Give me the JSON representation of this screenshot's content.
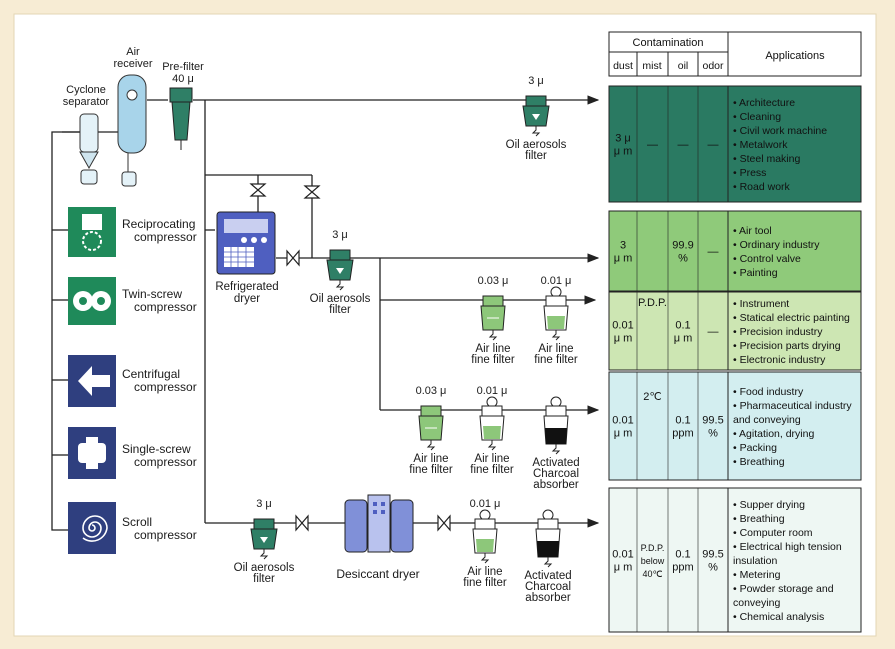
{
  "table": {
    "contamination_header": "Contamination",
    "applications_header": "Applications",
    "columns": [
      "dust",
      "mist",
      "oil",
      "odor"
    ],
    "rows": [
      {
        "color": "#2a7a62",
        "dust": [
          "3 μ",
          "μ m"
        ],
        "mist": [
          "—"
        ],
        "oil": [
          "—"
        ],
        "odor": [
          "—"
        ],
        "applications": [
          "• Architecture",
          "• Cleaning",
          "• Civil work machine",
          "• Metalwork",
          "• Steel making",
          "• Press",
          "• Road work"
        ]
      },
      {
        "color": "#8fca7a",
        "dust": [
          "3",
          "μ m"
        ],
        "mist": [],
        "oil": [
          "99.9",
          "%"
        ],
        "odor": [
          "—"
        ],
        "applications": [
          "• Air tool",
          "• Ordinary industry",
          "• Control valve",
          "• Painting"
        ]
      },
      {
        "color": "#cde6b3",
        "dust": [
          "0.01",
          "μ m"
        ],
        "mist": [
          "P.D.P."
        ],
        "oil": [
          "0.1",
          "μ m"
        ],
        "odor": [
          "—"
        ],
        "applications": [
          "• Instrument",
          "• Statical electric painting",
          "• Precision industry",
          "• Precision parts drying",
          "• Electronic industry"
        ]
      },
      {
        "color": "#d3eef0",
        "dust": [
          "0.01",
          "μ m"
        ],
        "mist": [
          "2℃"
        ],
        "oil": [
          "0.1",
          "ppm"
        ],
        "odor": [
          "99.5",
          "%"
        ],
        "applications": [
          "• Food industry",
          "• Pharmaceutical industry",
          "  and conveying",
          "• Agitation, drying",
          "• Packing",
          "• Breathing"
        ]
      },
      {
        "color": "#eef7f3",
        "dust": [
          "0.01",
          "μ m"
        ],
        "mist": [
          "P.D.P.",
          "below",
          "40℃"
        ],
        "oil": [
          "0.1",
          "ppm"
        ],
        "odor": [
          "99.5",
          "%"
        ],
        "applications": [
          "• Supper drying",
          "• Breathing",
          "• Computer room",
          "• Electrical high tension",
          "  insulation",
          "• Metering",
          "• Powder storage and",
          "  conveying",
          "• Chemical analysis"
        ]
      }
    ]
  },
  "compressors": [
    {
      "label": [
        "Reciprocating",
        "compressor"
      ],
      "icon": "reciprocating-compressor-icon"
    },
    {
      "label": [
        "Twin-screw",
        "compressor"
      ],
      "icon": "twin-screw-compressor-icon"
    },
    {
      "label": [
        "Centrifugal",
        "compressor"
      ],
      "icon": "centrifugal-compressor-icon"
    },
    {
      "label": [
        "Single-screw",
        "compressor"
      ],
      "icon": "single-screw-compressor-icon"
    },
    {
      "label": [
        "Scroll",
        "compressor"
      ],
      "icon": "scroll-compressor-icon"
    }
  ],
  "labels": {
    "cyclone_separator": [
      "Cyclone",
      "separator"
    ],
    "air_receiver": [
      "Air",
      "receiver"
    ],
    "pre_filter": [
      "Pre-filter",
      "40 μ"
    ],
    "refrigerated_dryer": [
      "Refrigerated",
      "dryer"
    ],
    "desiccant_dryer": "Desiccant dryer",
    "oil_aerosols_filter": [
      "Oil aerosols",
      "filter"
    ],
    "air_line_fine_filter": [
      "Air line",
      "fine filter"
    ],
    "activated_charcoal_absorber": [
      "Activated",
      "Charcoal",
      "absorber"
    ]
  },
  "ratings": {
    "oil_filter_3u": "3 μ",
    "fine_003": "0.03 μ",
    "fine_001": "0.01 μ"
  },
  "colors": {
    "pipe": "#222222",
    "filter_dark": "#2f7f66",
    "filter_light": "#8dc77a",
    "compressor_icon_green": "#1f8a5a",
    "compressor_icon_navy": "#2f3f7f",
    "dryer_blue": "#4f5fc0",
    "desiccant_blue": "#8090d8",
    "receiver_blue": "#a8d4ea"
  }
}
